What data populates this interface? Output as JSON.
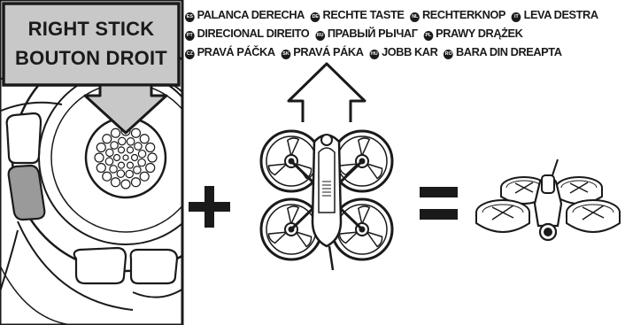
{
  "controller_label": {
    "line1": "RIGHT STICK",
    "line2": "BOUTON DROIT"
  },
  "translations": [
    {
      "code": "ES",
      "text": "PALANCA DERECHA"
    },
    {
      "code": "DE",
      "text": "RECHTE TASTE"
    },
    {
      "code": "NL",
      "text": "RECHTERKNOP"
    },
    {
      "code": "IT",
      "text": "LEVA DESTRA"
    },
    {
      "code": "PT",
      "text": "DIRECIONAL DIREITO"
    },
    {
      "code": "RU",
      "text": "ПРАВЫЙ РЫЧАГ"
    },
    {
      "code": "PL",
      "text": "PRAWY DRĄŻEK"
    },
    {
      "code": "CZ",
      "text": "PRAVÁ PÁČKA"
    },
    {
      "code": "SK",
      "text": "PRAVÁ PÁKA"
    },
    {
      "code": "HU",
      "text": "JOBB KAR"
    },
    {
      "code": "RO",
      "text": "BARA DIN DREAPTA"
    }
  ],
  "icons": {
    "plus": "plus-icon",
    "equals": "equals-icon",
    "forward_arrow": "up-arrow-icon",
    "down_arrow": "down-arrow-icon"
  },
  "colors": {
    "ink": "#1a1a1a",
    "label_box": "#c8c8c8",
    "button_highlight": "#9a9a9a"
  }
}
